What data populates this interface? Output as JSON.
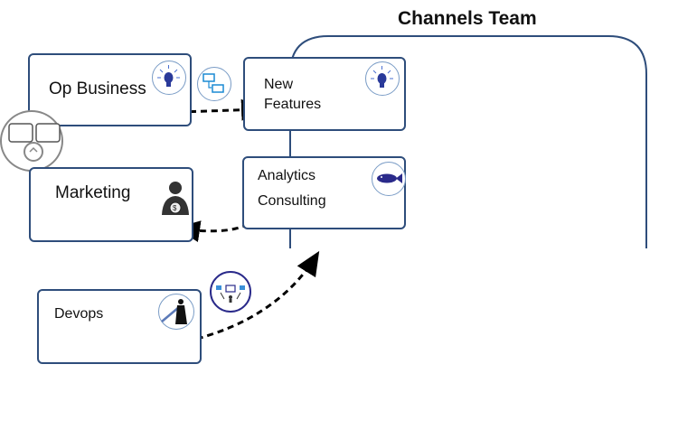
{
  "team": {
    "title": "Channels Team"
  },
  "boxes": {
    "op_business": {
      "label": "Op Business"
    },
    "marketing": {
      "label": "Marketing"
    },
    "devops": {
      "label": "Devops"
    },
    "new_features": {
      "line1": "New",
      "line2": "Features"
    },
    "analytics_consulting": {
      "line1": "Analytics",
      "line2": "Consulting"
    }
  },
  "icons": {
    "op_business": "lightbulb-icon",
    "new_features": "lightbulb-icon",
    "analytics_consulting": "fish-icon",
    "marketing": "businessman-money-icon",
    "devops": "person-sword-icon",
    "handoff": "document-transfer-icon",
    "sync": "screens-cycle-icon",
    "network": "network-people-icon"
  },
  "colors": {
    "border": "#2e4d7b",
    "icon_ring": "#7a9cc6",
    "arrow": "#000000",
    "icon_blue": "#3a4fa8"
  }
}
